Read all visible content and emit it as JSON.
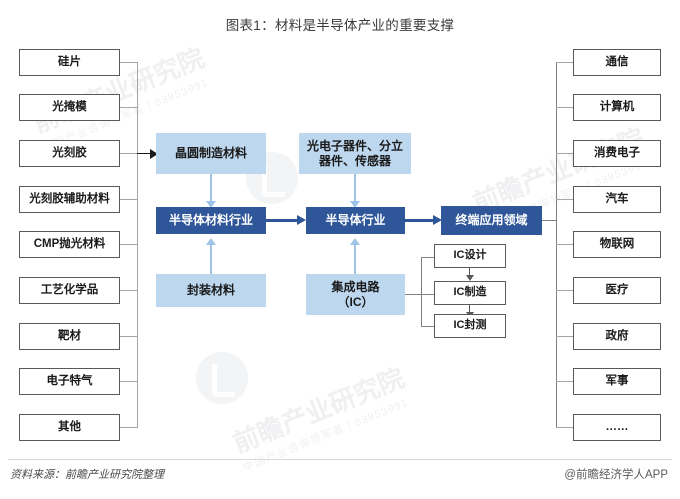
{
  "title": "图表1：材料是半导体产业的重要支撑",
  "footer": {
    "source": "资料来源：前瞻产业研究院整理",
    "brand": "@前瞻经济学人APP"
  },
  "watermark": {
    "text": "前瞻产业研究院",
    "sub": "中国产业咨询领军者 | 83953991"
  },
  "colors": {
    "dark_blue": "#2E5699",
    "light_blue": "#BDD7EE",
    "arrow_blue": "#9DC3E6",
    "box_border": "#595959",
    "connector": "#A6A6A6"
  },
  "materials_column": {
    "label": "半导体材料",
    "items": [
      {
        "label": "硅片"
      },
      {
        "label": "光掩模"
      },
      {
        "label": "光刻胶"
      },
      {
        "label": "光刻胶辅助材料"
      },
      {
        "label": "CMP抛光材料"
      },
      {
        "label": "工艺化学品"
      },
      {
        "label": "靶材"
      },
      {
        "label": "电子特气"
      },
      {
        "label": "其他"
      }
    ]
  },
  "applications_column": {
    "label": "终端应用",
    "items": [
      {
        "label": "通信"
      },
      {
        "label": "计算机"
      },
      {
        "label": "消费电子"
      },
      {
        "label": "汽车"
      },
      {
        "label": "物联网"
      },
      {
        "label": "医疗"
      },
      {
        "label": "政府"
      },
      {
        "label": "军事"
      },
      {
        "label": "……"
      }
    ]
  },
  "center": {
    "wafer_materials": "晶圆制造材料",
    "packaging_materials": "封装材料",
    "semiconductor_materials_industry": "半导体材料行业",
    "optoelectronic_devices": "光电子器件、分立\n器件、传感器",
    "optoelectronic_devices_line1": "光电子器件、分立",
    "optoelectronic_devices_line2": "器件、传感器",
    "semiconductor_industry": "半导体行业",
    "integrated_circuit_line1": "集成电路",
    "integrated_circuit_line2": "（IC）",
    "terminal_applications": "终端应用领域"
  },
  "ic_stages": [
    {
      "label": "IC设计"
    },
    {
      "label": "IC制造"
    },
    {
      "label": "IC封测"
    }
  ]
}
